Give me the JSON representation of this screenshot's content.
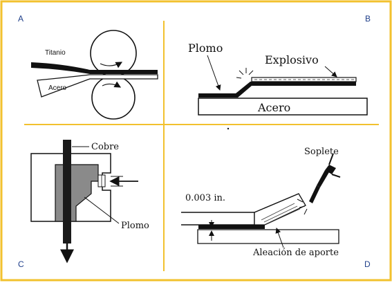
{
  "corners": {
    "a": "A",
    "b": "B",
    "c": "C",
    "d": "D"
  },
  "panel_a": {
    "titanio": "Titanio",
    "acero": "Acero"
  },
  "panel_b": {
    "plomo": "Plomo",
    "explosivo": "Explosivo",
    "acero": "Acero"
  },
  "panel_c": {
    "cobre": "Cobre",
    "plomo": "Plomo"
  },
  "panel_d": {
    "soplete": "Soplete",
    "espesor": "0.003 in.",
    "aleacion": "Aleación de aporte"
  },
  "colors": {
    "border": "#f2c12e",
    "divider": "#f2c12e",
    "corner_text": "#1f3f8a",
    "ink": "#111111",
    "gray": "#7a7a7a"
  }
}
